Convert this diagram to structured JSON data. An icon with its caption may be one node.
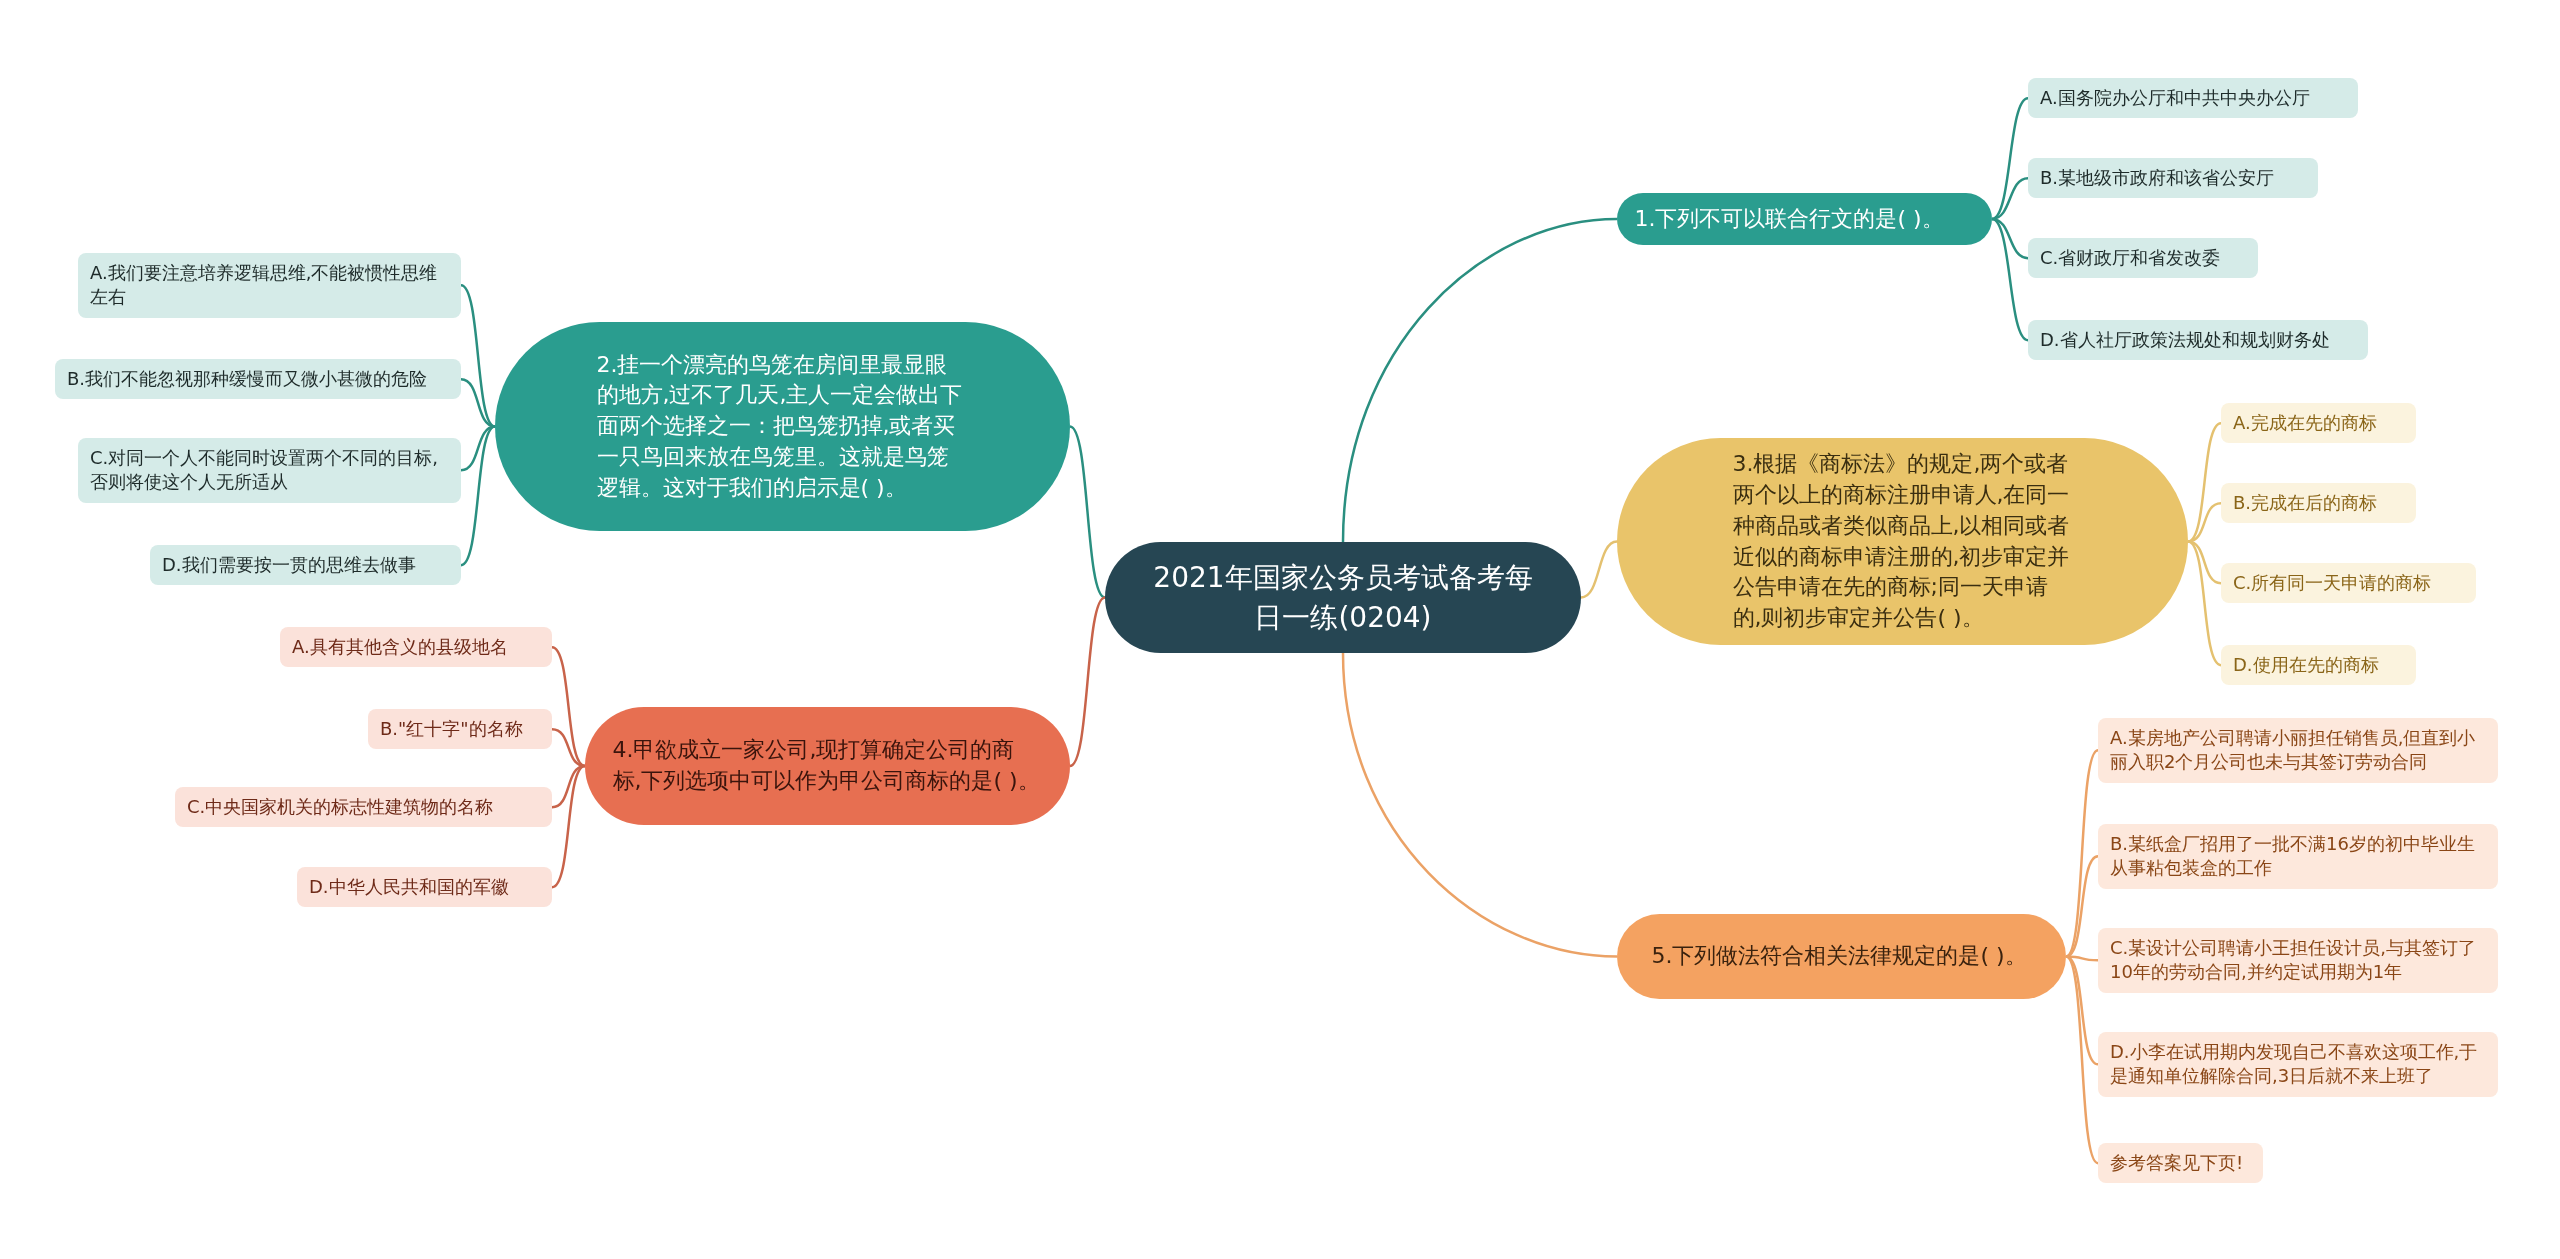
{
  "diagram": {
    "nodes": [
      {
        "text": [
          "2021年国家公务员考试备考每日一练(0204)"
        ]
      },
      {
        "text": [
          "1.下列不可以联合行文的是( )。"
        ]
      },
      {
        "text": [
          "A.国务院办公厅和中共中央办公厅"
        ]
      },
      {
        "text": [
          "B.某地级市政府和该省公安厅"
        ]
      },
      {
        "text": [
          "C.省财政厅和省发改委"
        ]
      },
      {
        "text": [
          "D.省人社厅政策法规处和规划财务处"
        ]
      },
      {
        "text": [
          "2.挂一个漂亮的鸟笼在房间里最显眼的地方,过不了几天,主人一定会做出下面两个选择之一：把鸟笼扔掉,或者买一只鸟回来放在鸟笼里。这就是鸟笼逻辑。这对于我们的启示是( )。"
        ]
      },
      {
        "text": [
          "A.我们要注意培养逻辑思维,不能被惯性思维左右"
        ]
      },
      {
        "text": [
          "B.我们不能忽视那种缓慢而又微小甚微的危险"
        ]
      },
      {
        "text": [
          "C.对同一个人不能同时设置两个不同的目标,否则将使这个人无所适从"
        ]
      },
      {
        "text": [
          "D.我们需要按一贯的思维去做事"
        ]
      },
      {
        "text": [
          "3.根据《商标法》的规定,两个或者两个以上的商标注册申请人,在同一种商品或者类似商品上,以相同或者近似的商标申请注册的,初步审定并公告申请在先的商标;同一天申请的,则初步审定并公告( )。"
        ]
      },
      {
        "text": [
          "A.完成在先的商标"
        ]
      },
      {
        "text": [
          "B.完成在后的商标"
        ]
      },
      {
        "text": [
          "C.所有同一天申请的商标"
        ]
      },
      {
        "text": [
          "D.使用在先的商标"
        ]
      },
      {
        "text": [
          "4.甲欲成立一家公司,现打算确定公司的商标,下列选项中可以作为甲公司商标的是( )。"
        ]
      },
      {
        "text": [
          "A.具有其他含义的县级地名"
        ]
      },
      {
        "text": [
          "B.\"红十字\"的名称"
        ]
      },
      {
        "text": [
          "C.中央国家机关的标志性建筑物的名称"
        ]
      },
      {
        "text": [
          "D.中华人民共和国的军徽"
        ]
      },
      {
        "text": [
          "5.下列做法符合相关法律规定的是( )。"
        ]
      },
      {
        "text": [
          "A.某房地产公司聘请小丽担任销售员,但直到小丽入职2个月公司也未与其签订劳动合同"
        ]
      },
      {
        "text": [
          "B.某纸盒厂招用了一批不满16岁的初中毕业生从事粘包装盒的工作"
        ]
      },
      {
        "text": [
          "C.某设计公司聘请小王担任设计员,与其签订了10年的劳动合同,并约定试用期为1年"
        ]
      },
      {
        "text": [
          "D.小李在试用期内发现自己不喜欢这项工作,于是通知单位解除合同,3日后就不来上班了"
        ]
      },
      {
        "text": [
          "参考答案见下页!"
        ]
      }
    ],
    "edges": [
      {
        "from": 0,
        "to": 1,
        "arrow": "none",
        "color": "#2a8f80"
      },
      {
        "from": 1,
        "to": 2,
        "arrow": "none",
        "color": "#2a8f80"
      },
      {
        "from": 1,
        "to": 3,
        "arrow": "none",
        "color": "#2a8f80"
      },
      {
        "from": 1,
        "to": 4,
        "arrow": "none",
        "color": "#2a8f80"
      },
      {
        "from": 1,
        "to": 5,
        "arrow": "none",
        "color": "#2a8f80"
      },
      {
        "from": 0,
        "to": 6,
        "arrow": "none",
        "color": "#2a8f80"
      },
      {
        "from": 6,
        "to": 7,
        "arrow": "none",
        "color": "#2a8f80"
      },
      {
        "from": 6,
        "to": 8,
        "arrow": "none",
        "color": "#2a8f80"
      },
      {
        "from": 6,
        "to": 9,
        "arrow": "none",
        "color": "#2a8f80"
      },
      {
        "from": 6,
        "to": 10,
        "arrow": "none",
        "color": "#2a8f80"
      },
      {
        "from": 0,
        "to": 11,
        "arrow": "none",
        "color": "#e4c170"
      },
      {
        "from": 11,
        "to": 12,
        "arrow": "none",
        "color": "#e4c170"
      },
      {
        "from": 11,
        "to": 13,
        "arrow": "none",
        "color": "#e4c170"
      },
      {
        "from": 11,
        "to": 14,
        "arrow": "none",
        "color": "#e4c170"
      },
      {
        "from": 11,
        "to": 15,
        "arrow": "none",
        "color": "#e4c170"
      },
      {
        "from": 0,
        "to": 16,
        "arrow": "none",
        "color": "#c8634a"
      },
      {
        "from": 16,
        "to": 17,
        "arrow": "none",
        "color": "#c8634a"
      },
      {
        "from": 16,
        "to": 18,
        "arrow": "none",
        "color": "#c8634a"
      },
      {
        "from": 16,
        "to": 19,
        "arrow": "none",
        "color": "#c8634a"
      },
      {
        "from": 16,
        "to": 20,
        "arrow": "none",
        "color": "#c8634a"
      },
      {
        "from": 0,
        "to": 21,
        "arrow": "none",
        "color": "#eba266"
      },
      {
        "from": 21,
        "to": 22,
        "arrow": "none",
        "color": "#eba266"
      },
      {
        "from": 21,
        "to": 23,
        "arrow": "none",
        "color": "#eba266"
      },
      {
        "from": 21,
        "to": 24,
        "arrow": "none",
        "color": "#eba266"
      },
      {
        "from": 21,
        "to": 25,
        "arrow": "none",
        "color": "#eba266"
      },
      {
        "from": 21,
        "to": 26,
        "arrow": "none",
        "color": "#eba266"
      }
    ]
  }
}
